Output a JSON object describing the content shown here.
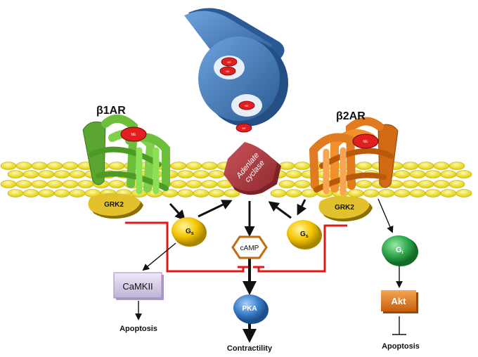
{
  "receptors": {
    "left": "β1AR",
    "right": "β2AR"
  },
  "ligand": "NE",
  "enzyme": {
    "line1": "Adenlate",
    "line2": "cyclase"
  },
  "kinase": "GRK2",
  "g_proteins": {
    "left": {
      "main": "G",
      "sub": "s"
    },
    "right": {
      "main": "G",
      "sub": "s"
    },
    "inhibitory": {
      "main": "G",
      "sub": "i"
    }
  },
  "second_messenger": "cAMP",
  "effectors": {
    "pka": "PKA",
    "camkii": "CaMKII",
    "akt": "Akt"
  },
  "outcomes": {
    "left": "Apoptosis",
    "center": "Contractility",
    "right": "Apoptosis"
  },
  "colors": {
    "beta1_receptor": "#6bbf3a",
    "beta2_receptor": "#e07b20",
    "membrane_lipid": "#f2e200",
    "vesicle": "#3f78b8",
    "ne_molecule": "#e02020",
    "adenylate_cyclase": "#b7383e",
    "gs_protein": "#f5c400",
    "gi_protein": "#2ea84a",
    "pka": "#3d7fc8",
    "akt": "#e87a1e",
    "camkii": "#d6cde6",
    "inhibition_line": "#e01818"
  }
}
